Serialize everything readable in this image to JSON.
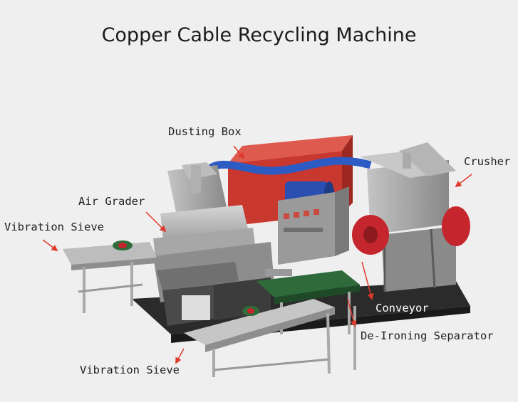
{
  "title": "Copper Cable Recycling Machine",
  "labels": {
    "dusting_box": "Dusting Box",
    "crusher": "Crusher",
    "air_grader": "Air Grader",
    "vibration_sieve_left": "Vibration Sieve",
    "conveyor": "Conveyor",
    "de_ironing_separator": "De-Ironing Separator",
    "vibration_sieve_bottom": "Vibration Sieve"
  },
  "colors": {
    "background": "#efefef",
    "arrow": "#e0392b",
    "dusting_box": "#c8382f",
    "motor_blue": "#2a4fb0",
    "motor_red": "#c5252c",
    "conveyor_belt": "#2f6b3a"
  }
}
